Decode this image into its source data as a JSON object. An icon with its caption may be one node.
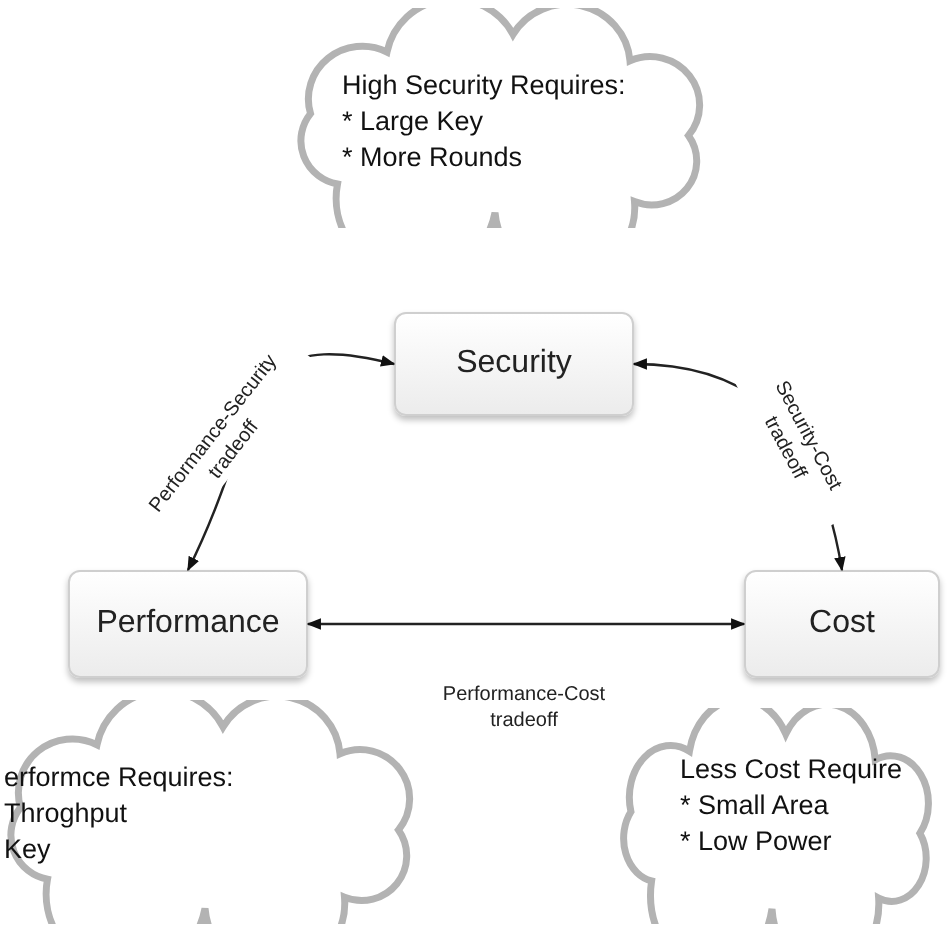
{
  "diagram": {
    "nodes": [
      {
        "text": [
          "High Security Requires:",
          "* Large Key",
          "* More Rounds"
        ]
      },
      {
        "text": [
          "Security"
        ]
      },
      {
        "text": [
          "Performance"
        ]
      },
      {
        "text": [
          "Cost"
        ]
      },
      {
        "text": [
          "erformce Requires:",
          "Throghput",
          "Key"
        ]
      },
      {
        "text": [
          "Less Cost Require",
          "* Small Area",
          "* Low Power"
        ]
      }
    ],
    "edges": [
      {
        "from": 2,
        "to": 1,
        "arrow": "both",
        "label": "Performance-Security tradeoff"
      },
      {
        "from": 1,
        "to": 3,
        "arrow": "both",
        "label": "Security-Cost tradeoff"
      },
      {
        "from": 2,
        "to": 3,
        "arrow": "both",
        "label": "Performance-Cost tradeoff"
      }
    ]
  }
}
